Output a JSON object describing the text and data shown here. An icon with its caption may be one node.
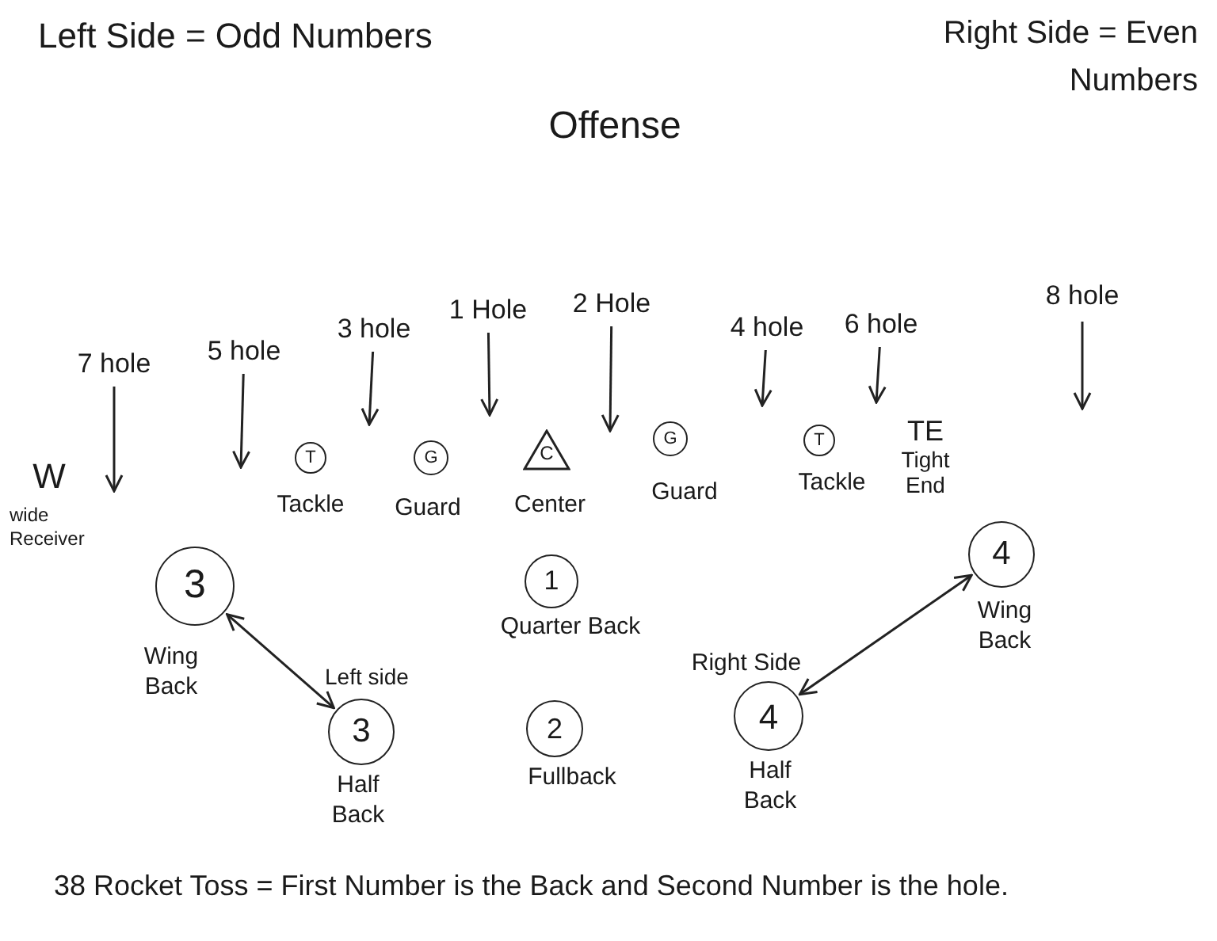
{
  "diagram": {
    "title": "Offense",
    "caption": "38 Rocket Toss = First Number is the Back and Second Number is the hole.",
    "nodes": [
      {
        "text": [
          "7 hole"
        ]
      },
      {
        "text": [
          "5 hole"
        ]
      },
      {
        "text": [
          "3 hole"
        ]
      },
      {
        "text": [
          "1 Hole"
        ]
      },
      {
        "text": [
          "2 Hole"
        ]
      },
      {
        "text": [
          "4 hole"
        ]
      },
      {
        "text": [
          "6 hole"
        ]
      },
      {
        "text": [
          "8 hole"
        ]
      },
      {
        "text": [
          "T"
        ],
        "beside": [
          "Tackle"
        ]
      },
      {
        "text": [
          "G"
        ],
        "beside": [
          "Guard"
        ]
      },
      {
        "text": [
          "C"
        ],
        "beside": [
          "Center"
        ]
      },
      {
        "text": [
          "G"
        ],
        "beside": [
          "Guard"
        ]
      },
      {
        "text": [
          "T"
        ],
        "beside": [
          "Tackle"
        ]
      },
      {
        "text": [
          "3"
        ],
        "beside": [
          "Wing Back"
        ]
      },
      {
        "text": [
          "1"
        ],
        "beside": [
          "Quarter Back"
        ]
      },
      {
        "text": [
          "4"
        ],
        "beside": [
          "Wing Back"
        ]
      },
      {
        "text": [
          "3"
        ],
        "beside": [
          "Half Back"
        ]
      },
      {
        "text": [
          "2"
        ],
        "beside": [
          "Fullback"
        ]
      },
      {
        "text": [
          "4"
        ],
        "beside": [
          "Half Back"
        ]
      }
    ],
    "edges": [
      {
        "from": 0,
        "to": null,
        "arrow": "to"
      },
      {
        "from": 1,
        "to": null,
        "arrow": "to"
      },
      {
        "from": 2,
        "to": null,
        "arrow": "to"
      },
      {
        "from": 3,
        "to": null,
        "arrow": "to"
      },
      {
        "from": 4,
        "to": null,
        "arrow": "to"
      },
      {
        "from": 5,
        "to": null,
        "arrow": "to"
      },
      {
        "from": 6,
        "to": null,
        "arrow": "to"
      },
      {
        "from": 7,
        "to": null,
        "arrow": "to"
      },
      {
        "from": 13,
        "to": 16,
        "arrow": "both"
      },
      {
        "from": 18,
        "to": 15,
        "arrow": "both"
      }
    ],
    "labels": [
      "Left Side = Odd Numbers",
      "Right Side = Even Numbers",
      "TE",
      "W",
      "Tight End",
      "wide Receiver",
      "Right Side",
      "Left side"
    ]
  }
}
